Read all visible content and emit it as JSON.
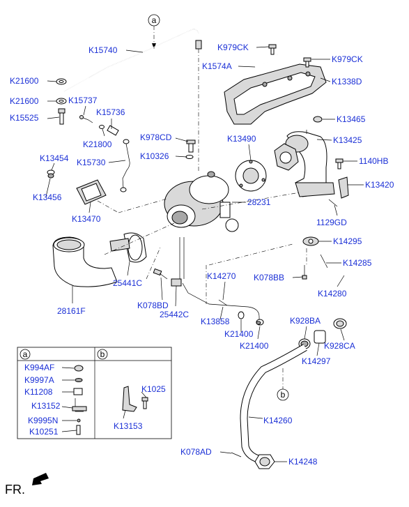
{
  "callouts": {
    "a": "a",
    "b": "b"
  },
  "labels": {
    "K15740": "K15740",
    "K21600_1": "K21600",
    "K21600_2": "K21600",
    "K15737": "K15737",
    "K15525": "K15525",
    "K15736": "K15736",
    "K21800": "K21800",
    "K978CD": "K978CD",
    "K10326": "K10326",
    "K15730": "K15730",
    "K13454": "K13454",
    "K13456": "K13456",
    "K13470": "K13470",
    "K979CK_1": "K979CK",
    "K979CK_2": "K979CK",
    "K1574A": "K1574A",
    "K1338D": "K1338D",
    "K13465": "K13465",
    "K13490": "K13490",
    "K13425": "K13425",
    "n1140HB": "1140HB",
    "K13420": "K13420",
    "n28231": "28231",
    "n1129GD": "1129GD",
    "K14295": "K14295",
    "K14285": "K14285",
    "K078BB": "K078BB",
    "K14280": "K14280",
    "n25441C": "25441C",
    "n28161F": "28161F",
    "K078BD": "K078BD",
    "K14270": "K14270",
    "n25442C": "25442C",
    "K13858": "K13858",
    "K21400_1": "K21400",
    "K21400_2": "K21400",
    "K928BA": "K928BA",
    "K14297": "K14297",
    "K928CA": "K928CA",
    "K14260": "K14260",
    "K078AD": "K078AD",
    "K14248": "K14248"
  },
  "legend": {
    "col_a": "a",
    "col_b": "b",
    "a_items": [
      "K994AF",
      "K9997A",
      "K11208",
      "K13152",
      "K9995N",
      "K10251"
    ],
    "b_items": [
      "K1025",
      "K13153"
    ]
  },
  "footer": {
    "front": "FR."
  }
}
